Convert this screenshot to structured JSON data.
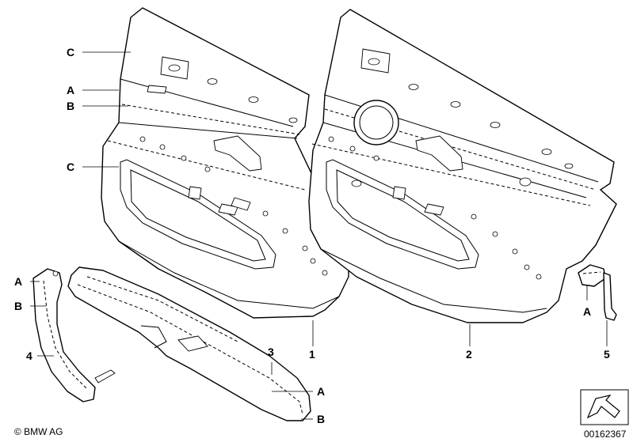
{
  "callouts": {
    "panel_left_C_top": "C",
    "panel_left_A": "A",
    "panel_left_B": "B",
    "panel_left_C_mid": "C",
    "handle_A": "A",
    "handle_B": "B",
    "item_4": "4",
    "item_3": "3",
    "armrest_A": "A",
    "armrest_B": "B",
    "item_1": "1",
    "item_2": "2",
    "clip_A": "A",
    "item_5": "5"
  },
  "footer": {
    "copyright": "© BMW AG",
    "diagram_number": "00162367"
  }
}
